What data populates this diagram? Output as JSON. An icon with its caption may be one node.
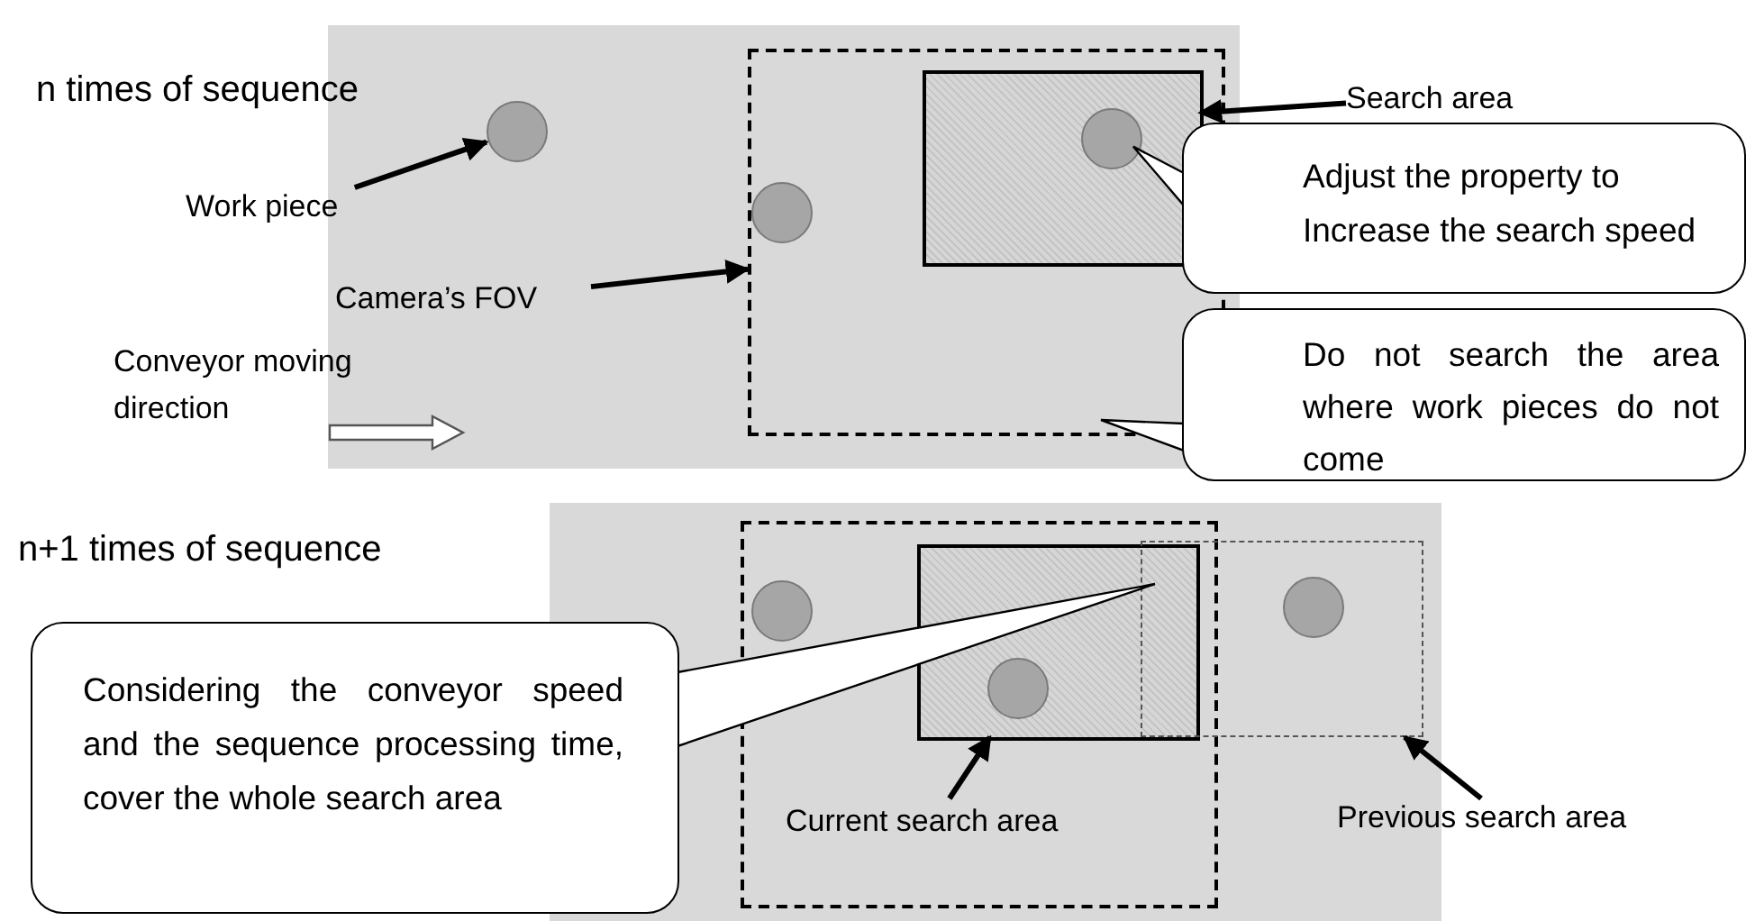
{
  "diagram": {
    "nodes": [
      {
        "text": [],
        "shape": "box"
      },
      {
        "text": [],
        "shape": "circle",
        "in": 0
      },
      {
        "text": [],
        "shape": "box",
        "in": 0
      },
      {
        "text": [],
        "shape": "circle",
        "in": 2
      },
      {
        "text": [],
        "shape": "box",
        "in": 2
      },
      {
        "text": [],
        "shape": "circle",
        "in": 4
      },
      {
        "text": [
          "Work piece"
        ]
      },
      {
        "text": [
          "Camera’s FOV"
        ],
        "in": 0
      },
      {
        "text": [
          "Search area"
        ]
      },
      {
        "text": [
          "Adjust the property to Increase the search speed"
        ]
      },
      {
        "text": [
          "Do not search the area where work pieces do not come"
        ]
      },
      {
        "text": [],
        "shape": "box"
      },
      {
        "text": [],
        "shape": "box",
        "in": 11
      },
      {
        "text": [],
        "shape": "circle",
        "in": 12
      },
      {
        "text": [],
        "shape": "box",
        "in": 12
      },
      {
        "text": [],
        "shape": "circle",
        "in": 14
      },
      {
        "text": [],
        "shape": "box",
        "in": 11
      },
      {
        "text": [],
        "shape": "circle",
        "in": 16
      },
      {
        "text": [
          "Considering the conveyor speed and the sequence processing time, cover the whole search area"
        ]
      },
      {
        "text": [
          "Current search area"
        ],
        "in": 12
      },
      {
        "text": [
          "Previous search area"
        ]
      }
    ],
    "edges": [
      {
        "from": 6,
        "to": 1,
        "arrow": "to"
      },
      {
        "from": 7,
        "to": 2,
        "arrow": "to"
      },
      {
        "from": 8,
        "to": 4,
        "arrow": "to"
      },
      {
        "from": 9,
        "to": 5,
        "arrow": "to"
      },
      {
        "from": 10,
        "to": null,
        "arrow": "to"
      },
      {
        "from": 18,
        "to": null,
        "arrow": "to"
      },
      {
        "from": 19,
        "to": 14,
        "arrow": "to"
      },
      {
        "from": 20,
        "to": 16,
        "arrow": "to"
      }
    ],
    "labels": [
      "n times of sequence",
      "Conveyor moving direction",
      "n+1 times of sequence"
    ]
  }
}
